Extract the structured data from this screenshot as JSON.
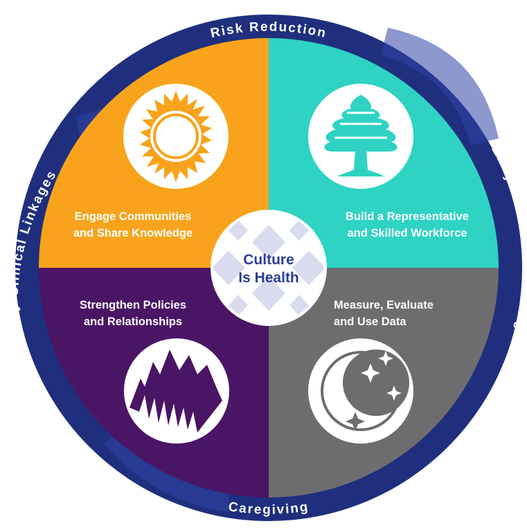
{
  "ring": {
    "top": "Risk Reduction",
    "right": "Early Detection and Diagnosis",
    "bottom": "Caregiving",
    "left": "Community-Clinical Linkages"
  },
  "quadrants": {
    "top_left": {
      "line1": "Engage Communities",
      "line2": "and Share Knowledge",
      "icon": "sun-icon"
    },
    "top_right": {
      "line1": "Build a Representative",
      "line2": "and Skilled Workforce",
      "icon": "tree-icon"
    },
    "bottom_left": {
      "line1": "Strengthen Policies",
      "line2": "and Relationships",
      "icon": "mountain-icon"
    },
    "bottom_right": {
      "line1": "Measure, Evaluate",
      "line2": "and Use Data",
      "icon": "moon-stars-icon"
    }
  },
  "center": {
    "line1": "Culture",
    "line2": "Is Health"
  },
  "colors": {
    "ring_dark": "#1f2f7e",
    "ring_light": "#2d44a6",
    "orange": "#f8a31b",
    "teal": "#2ed3c3",
    "purple": "#4a1565",
    "gray": "#6d6c6f",
    "center_text": "#2a3f95"
  }
}
